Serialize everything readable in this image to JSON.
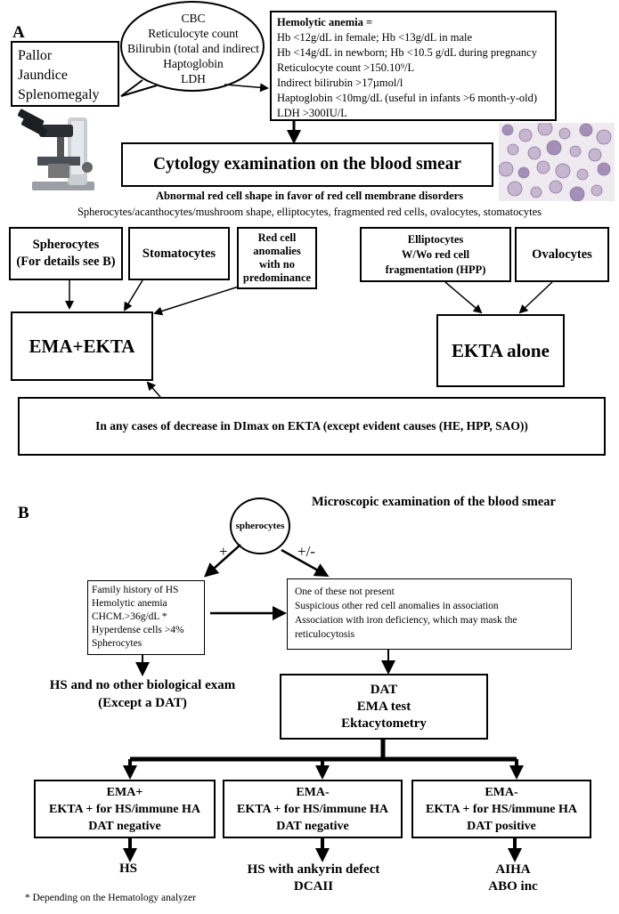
{
  "panel_a": {
    "label": "A",
    "signs": [
      "Pallor",
      "Jaundice",
      "Splenomegaly"
    ],
    "tests_bubble": [
      "CBC",
      "Reticulocyte count",
      "Bilirubin (total and indirect",
      "Haptoglobin",
      "LDH"
    ],
    "criteria_title": "Hemolytic anemia =",
    "criteria": [
      "Hb <12g/dL in female; Hb <13g/dL in male",
      "Hb <14g/dL in newborn; Hb <10.5 g/dL during pregnancy",
      "Reticulocyte count >150.10⁹/L",
      "Indirect bilirubin >17µmol/l",
      "Haptoglobin <10mg/dL (useful in infants >6 month-y-old)",
      "LDH >300IU/L"
    ],
    "cytology": "Cytology examination on the blood smear",
    "abnormal_title": "Abnormal red cell shape in favor of red cell membrane disorders",
    "abnormal_list": "Spherocytes/acanthocytes/mushroom shape, elliptocytes, fragmented red cells, ovalocytes, stomatocytes",
    "spherocytes_box": [
      "Spherocytes",
      "(For details see B)"
    ],
    "stomatocytes_box": "Stomatocytes",
    "no_predominance_box": [
      "Red cell",
      "anomalies",
      "with no",
      "predominance"
    ],
    "elliptocytes_box": [
      "Elliptocytes",
      "W/Wo red cell",
      "fragmentation (HPP)"
    ],
    "ovalocytes_box": "Ovalocytes",
    "ema_ekta": "EMA+EKTA",
    "ekta_alone": "EKTA alone",
    "dimax_box": "In any cases of decrease in DImax on EKTA (except evident causes (HE, HPP, SAO))"
  },
  "panel_b": {
    "label": "B",
    "micro_title": "Microscopic examination of the blood smear",
    "circle": "spherocytes",
    "plus": "+",
    "plus_minus": "+/-",
    "left_box": [
      "Family history of HS",
      "Hemolytic anemia",
      "CHCM.>36g/dL *",
      "Hyperdense cells >4%",
      "Spherocytes"
    ],
    "right_box": [
      "One of these not present",
      "Suspicious other red cell anomalies in association",
      "Association with iron deficiency, which may mask the",
      "reticulocytosis"
    ],
    "hs_no_other": [
      "HS and no other biological exam",
      "(Except a DAT)"
    ],
    "dat_box": [
      "DAT",
      "EMA test",
      "Ektacytometry"
    ],
    "outcome_boxes": [
      [
        "EMA+",
        "EKTA + for HS/immune HA",
        "DAT negative"
      ],
      [
        "EMA-",
        "EKTA + for HS/immune HA",
        "DAT negative"
      ],
      [
        "EMA-",
        "EKTA + for HS/immune HA",
        "DAT positive"
      ]
    ],
    "outcome_labels": [
      [
        "HS"
      ],
      [
        "HS with ankyrin defect",
        "DCAII"
      ],
      [
        "AIHA",
        "ABO inc"
      ]
    ],
    "footnote": "* Depending on the Hematology analyzer"
  },
  "icons": [
    "microscope-icon",
    "blood-smear-image"
  ]
}
